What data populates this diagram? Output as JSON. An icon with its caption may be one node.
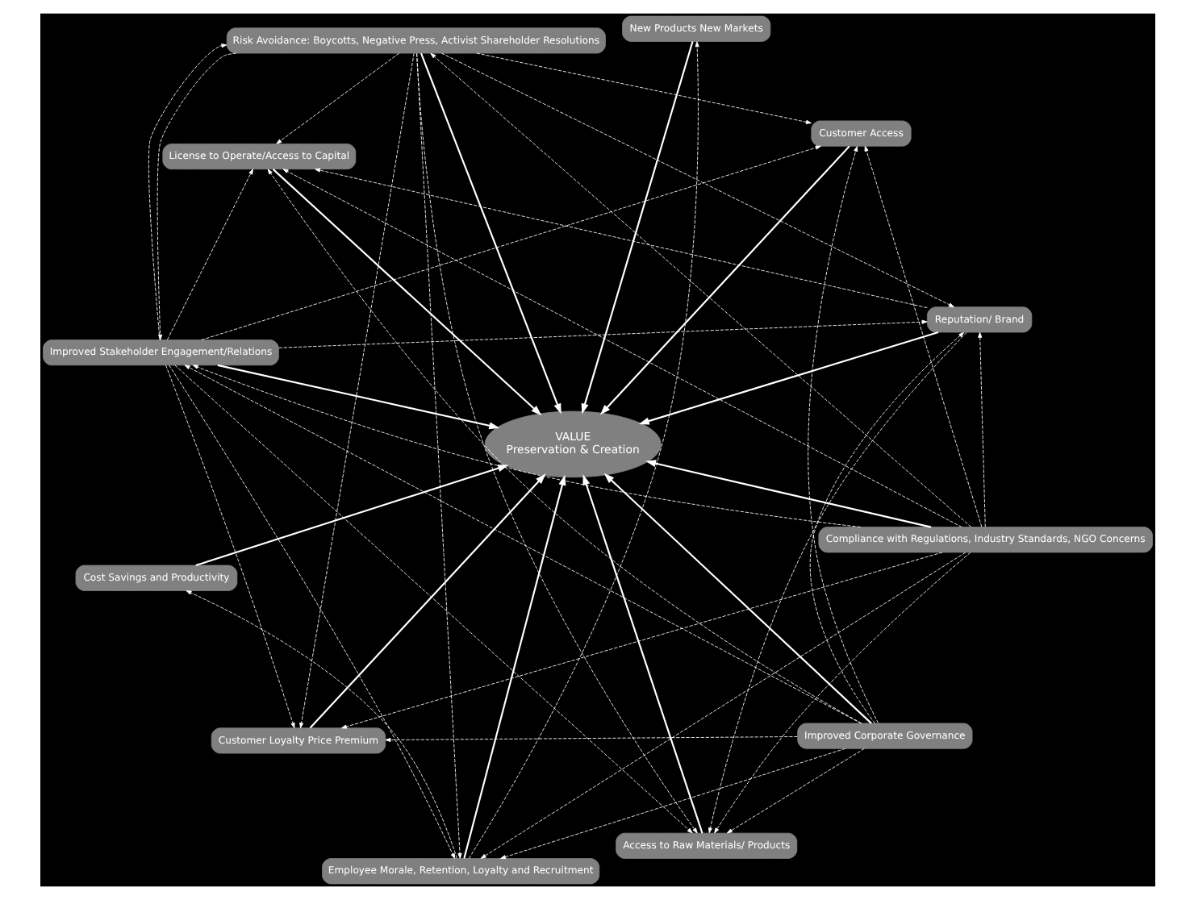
{
  "diagram": {
    "nodes": [
      {
        "text": [
          "Improved Stakeholder Engagement/Relations"
        ]
      },
      {
        "text": [
          "Customer Access"
        ]
      },
      {
        "text": [
          "Employee Morale, Retention, Loyalty and Recruitment"
        ]
      },
      {
        "text": [
          "Risk Avoidance: Boycotts, Negative Press, Activist Shareholder Resolutions"
        ]
      },
      {
        "text": [
          "New Products New Markets"
        ]
      },
      {
        "text": [
          "VALUE",
          "Preservation & Creation"
        ]
      },
      {
        "text": [
          "Cost Savings and Productivity"
        ]
      },
      {
        "text": [
          "Compliance with Regulations, Industry Standards, NGO Concerns"
        ]
      },
      {
        "text": [
          "Customer Loyalty Price Premium"
        ]
      },
      {
        "text": [
          "Improved Corporate Governance"
        ]
      },
      {
        "text": [
          "Access to Raw Materials/ Products"
        ]
      },
      {
        "text": [
          "License to Operate/Access to Capital"
        ]
      },
      {
        "text": [
          "Reputation/ Brand"
        ]
      }
    ],
    "edges": [
      {
        "from": 0,
        "to": 5,
        "arrow": "to"
      },
      {
        "from": 1,
        "to": 5,
        "arrow": "to"
      },
      {
        "from": 2,
        "to": 5,
        "arrow": "to"
      },
      {
        "from": 4,
        "to": 5,
        "arrow": "to"
      },
      {
        "from": 3,
        "to": 5,
        "arrow": "to"
      },
      {
        "from": 6,
        "to": 5,
        "arrow": "to"
      },
      {
        "from": 7,
        "to": 5,
        "arrow": "to"
      },
      {
        "from": 8,
        "to": 5,
        "arrow": "to"
      },
      {
        "from": 9,
        "to": 5,
        "arrow": "to"
      },
      {
        "from": 10,
        "to": 5,
        "arrow": "to"
      },
      {
        "from": 11,
        "to": 5,
        "arrow": "to"
      },
      {
        "from": 12,
        "to": 5,
        "arrow": "to"
      },
      {
        "from": 0,
        "to": 3,
        "arrow": "to",
        "style": "dashed"
      },
      {
        "from": 7,
        "to": 3,
        "arrow": "to",
        "style": "dashed"
      },
      {
        "from": 2,
        "to": 4,
        "arrow": "to",
        "style": "dashed"
      },
      {
        "from": 2,
        "to": 6,
        "arrow": "to",
        "style": "dashed"
      },
      {
        "from": 12,
        "to": 10,
        "arrow": "to",
        "style": "dashed"
      },
      {
        "from": 12,
        "to": 11,
        "arrow": "to",
        "style": "dashed"
      },
      {
        "from": 0,
        "to": 1,
        "arrow": "to",
        "style": "dashed"
      },
      {
        "from": 0,
        "to": 2,
        "arrow": "to",
        "style": "dashed"
      },
      {
        "from": 0,
        "to": 8,
        "arrow": "to",
        "style": "dashed"
      },
      {
        "from": 0,
        "to": 10,
        "arrow": "to",
        "style": "dashed"
      },
      {
        "from": 0,
        "to": 11,
        "arrow": "to",
        "style": "dashed"
      },
      {
        "from": 0,
        "to": 12,
        "arrow": "to",
        "style": "dashed"
      },
      {
        "from": 3,
        "to": 0,
        "arrow": "to",
        "style": "dashed"
      },
      {
        "from": 3,
        "to": 1,
        "arrow": "to",
        "style": "dashed"
      },
      {
        "from": 3,
        "to": 2,
        "arrow": "to",
        "style": "dashed"
      },
      {
        "from": 3,
        "to": 8,
        "arrow": "to",
        "style": "dashed"
      },
      {
        "from": 3,
        "to": 10,
        "arrow": "to",
        "style": "dashed"
      },
      {
        "from": 3,
        "to": 11,
        "arrow": "to",
        "style": "dashed"
      },
      {
        "from": 3,
        "to": 12,
        "arrow": "to",
        "style": "dashed"
      },
      {
        "from": 7,
        "to": 0,
        "arrow": "to",
        "style": "dashed"
      },
      {
        "from": 7,
        "to": 1,
        "arrow": "to",
        "style": "dashed"
      },
      {
        "from": 7,
        "to": 2,
        "arrow": "to",
        "style": "dashed"
      },
      {
        "from": 7,
        "to": 8,
        "arrow": "to",
        "style": "dashed"
      },
      {
        "from": 7,
        "to": 10,
        "arrow": "to",
        "style": "dashed"
      },
      {
        "from": 7,
        "to": 11,
        "arrow": "to",
        "style": "dashed"
      },
      {
        "from": 7,
        "to": 12,
        "arrow": "to",
        "style": "dashed"
      },
      {
        "from": 9,
        "to": 0,
        "arrow": "to",
        "style": "dashed"
      },
      {
        "from": 9,
        "to": 1,
        "arrow": "to",
        "style": "dashed"
      },
      {
        "from": 9,
        "to": 2,
        "arrow": "to",
        "style": "dashed"
      },
      {
        "from": 9,
        "to": 8,
        "arrow": "to",
        "style": "dashed"
      },
      {
        "from": 9,
        "to": 10,
        "arrow": "to",
        "style": "dashed"
      },
      {
        "from": 9,
        "to": 11,
        "arrow": "to",
        "style": "dashed"
      },
      {
        "from": 9,
        "to": 12,
        "arrow": "to",
        "style": "dashed"
      }
    ]
  }
}
